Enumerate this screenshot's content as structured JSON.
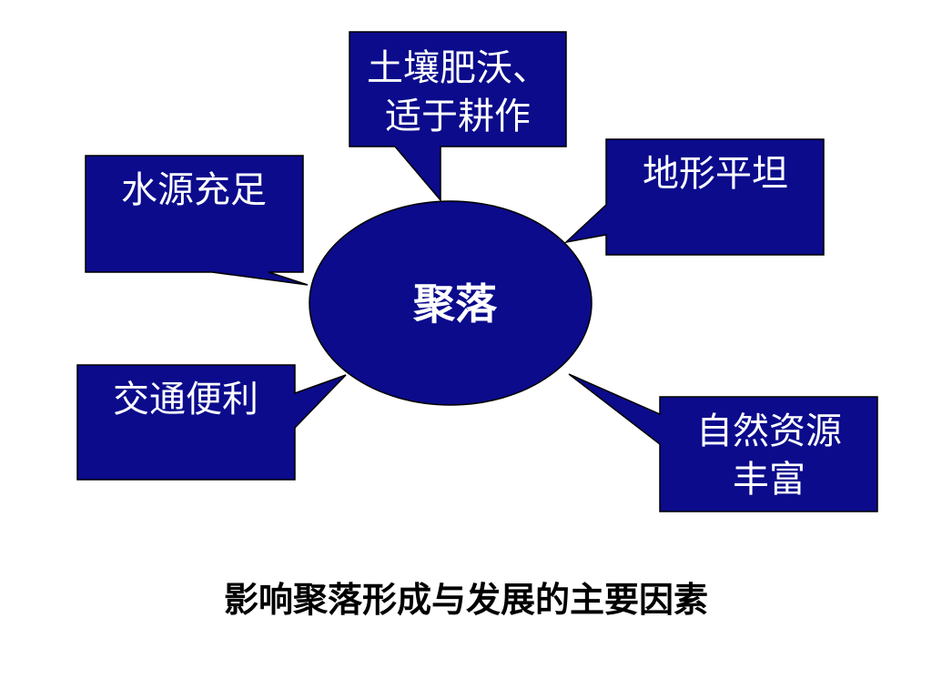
{
  "colors": {
    "fill": "#0b0b8c",
    "stroke": "#000000",
    "text": "#ffffff",
    "background": "#ffffff"
  },
  "center": {
    "label": "聚落"
  },
  "callouts": {
    "soil": {
      "line1": "土壤肥沃、",
      "line2": "适于耕作"
    },
    "water": {
      "line1": "水源充足"
    },
    "terrain": {
      "line1": "地形平坦"
    },
    "transport": {
      "line1": "交通便利"
    },
    "resources": {
      "line1": "自然资源",
      "line2": "丰富"
    }
  },
  "caption": "影响聚落形成与发展的主要因素"
}
